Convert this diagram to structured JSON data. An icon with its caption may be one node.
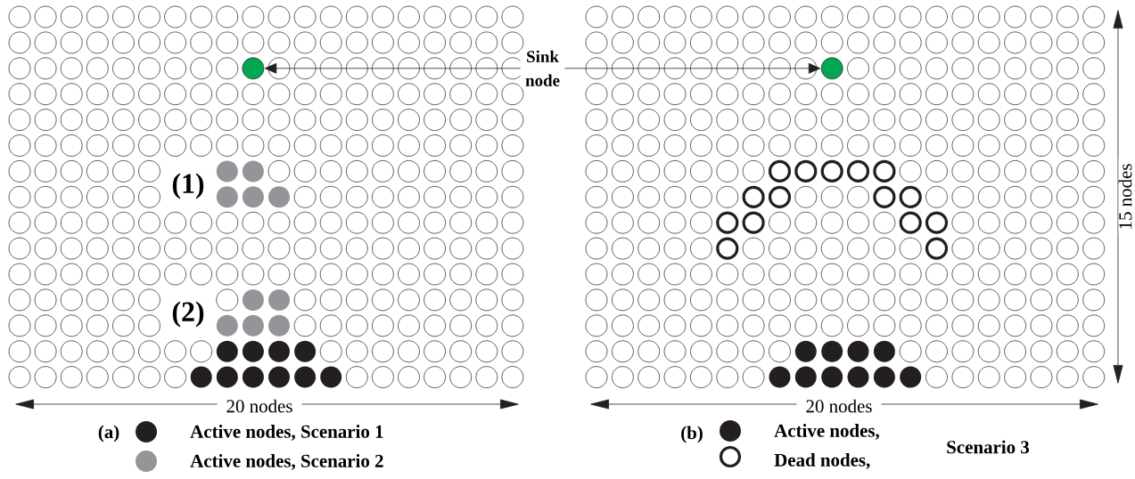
{
  "diagram": {
    "nodes": [
      {
        "text": [],
        "shape": "circle"
      },
      {
        "text": [],
        "shape": "circle"
      }
    ],
    "edges": [
      {
        "from": 0,
        "to": 1,
        "arrow": "both",
        "label": "Sink node"
      }
    ],
    "labels": [
      "(1)",
      "(2)",
      "20 nodes",
      "20 nodes",
      "15 nodes",
      "(a)",
      "(b)",
      "Scenario 3"
    ],
    "legend": [
      {
        "text": "Active nodes, Scenario 1",
        "color": "#231f20"
      },
      {
        "text": "Active nodes, Scenario 2",
        "color": "#939598"
      },
      {
        "text": "Active nodes,",
        "color": "#231f20"
      },
      {
        "text": "Dead nodes,"
      }
    ]
  }
}
